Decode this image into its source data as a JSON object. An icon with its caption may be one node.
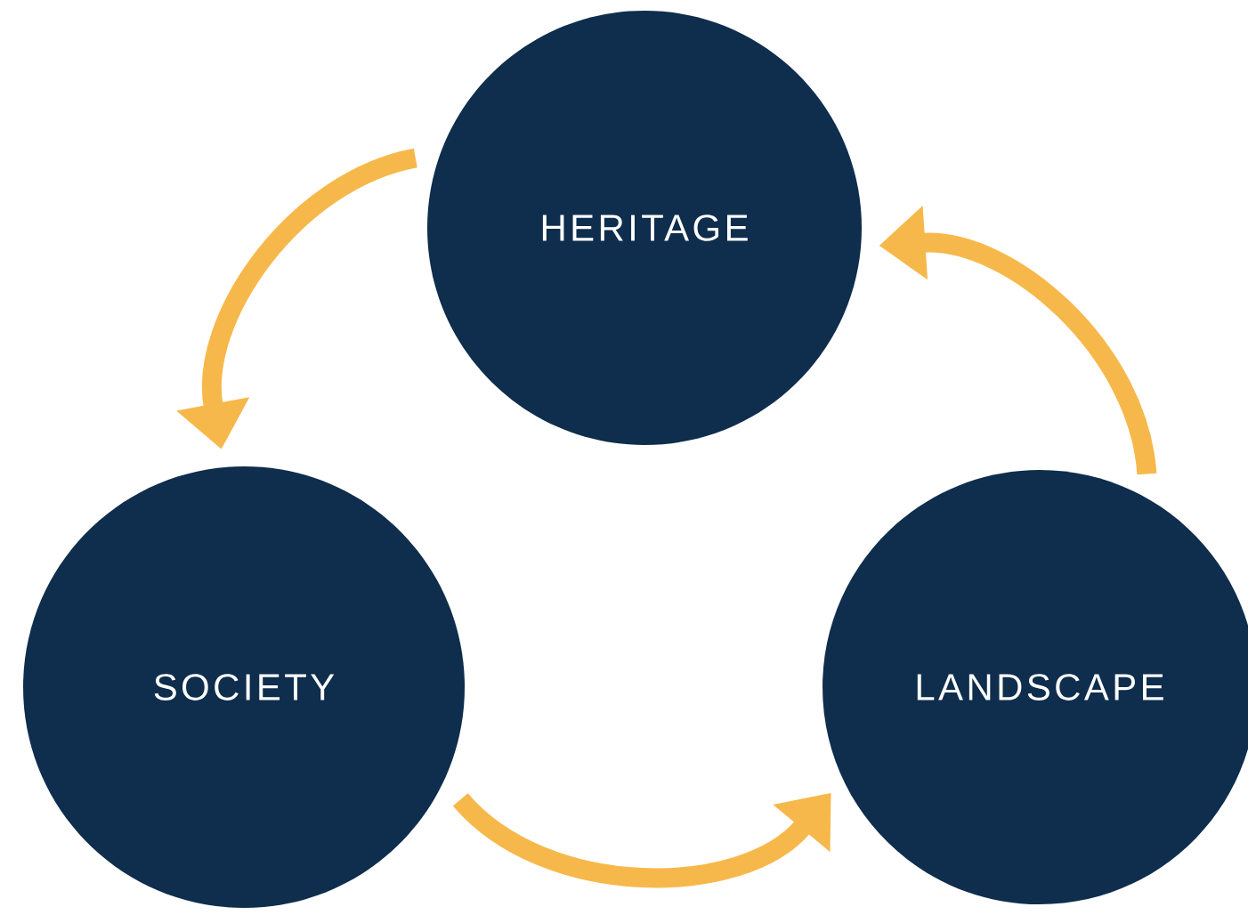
{
  "diagram": {
    "nodes": [
      {
        "text": [
          "HERITAGE"
        ]
      },
      {
        "text": [
          "SOCIETY"
        ]
      },
      {
        "text": [
          "LANDSCAPE"
        ]
      }
    ],
    "edges": [
      {
        "from": 0,
        "to": 1,
        "arrow": "to"
      },
      {
        "from": 1,
        "to": 2,
        "arrow": "to"
      },
      {
        "from": 2,
        "to": 0,
        "arrow": "to"
      }
    ]
  }
}
